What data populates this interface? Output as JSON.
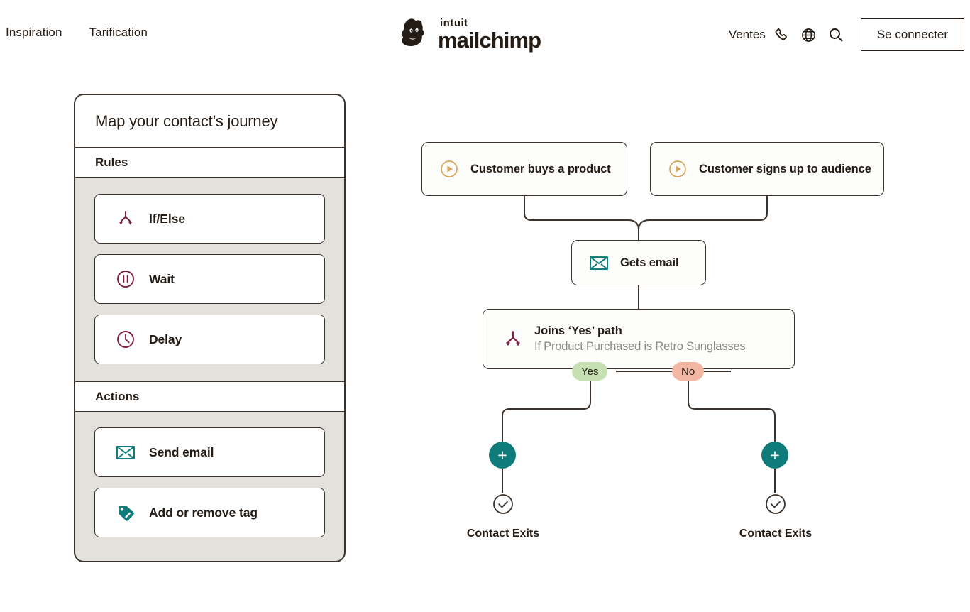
{
  "header": {
    "nav_left": [
      {
        "label": "Inspiration",
        "name": "nav-link-inspiration"
      },
      {
        "label": "Tarification",
        "name": "nav-link-tarification"
      }
    ],
    "logo": {
      "intuit": "intuit",
      "mailchimp": "mailchimp",
      "mark_icon": "mailchimp-chimp-icon"
    },
    "sales_label": "Ventes",
    "icons": [
      "phone-icon",
      "globe-icon",
      "search-icon"
    ],
    "login_label": "Se connecter"
  },
  "panel": {
    "title": "Map your contact’s journey",
    "sections": [
      {
        "title": "Rules",
        "items": [
          {
            "label": "If/Else",
            "icon": "branch-icon",
            "color": "#7d1f41"
          },
          {
            "label": "Wait",
            "icon": "pause-circle-icon",
            "color": "#7d1f41"
          },
          {
            "label": "Delay",
            "icon": "clock-icon",
            "color": "#7d1f41"
          }
        ]
      },
      {
        "title": "Actions",
        "items": [
          {
            "label": "Send email",
            "icon": "envelope-icon",
            "color": "#127d80"
          },
          {
            "label": "Add or remove tag",
            "icon": "tag-icon",
            "color": "#0f7b7b"
          }
        ]
      }
    ]
  },
  "flow": {
    "triggers": [
      {
        "label": "Customer buys a product",
        "icon": "play-circle-icon",
        "color": "#d8a55a"
      },
      {
        "label": "Customer signs up to audience",
        "icon": "play-circle-icon",
        "color": "#d8a55a"
      }
    ],
    "email_node": {
      "label": "Gets email",
      "icon": "envelope-icon",
      "color": "#127d80"
    },
    "branch_node": {
      "title": "Joins ‘Yes’ path",
      "subtitle": "If Product Purchased is Retro Sunglasses",
      "icon": "branch-icon",
      "color": "#7d1f41"
    },
    "pills": [
      {
        "label": "Yes",
        "color": "#c6e0b4"
      },
      {
        "label": "No",
        "color": "#f2b7a2"
      }
    ],
    "add_buttons": [
      {
        "label": "+",
        "name": "add-step-button-yes",
        "color": "#0f7b7b"
      },
      {
        "label": "+",
        "name": "add-step-button-no",
        "color": "#0f7b7b"
      }
    ],
    "exits": [
      {
        "label": "Contact Exits",
        "icon": "check-circle-icon"
      },
      {
        "label": "Contact Exits",
        "icon": "check-circle-icon"
      }
    ]
  }
}
